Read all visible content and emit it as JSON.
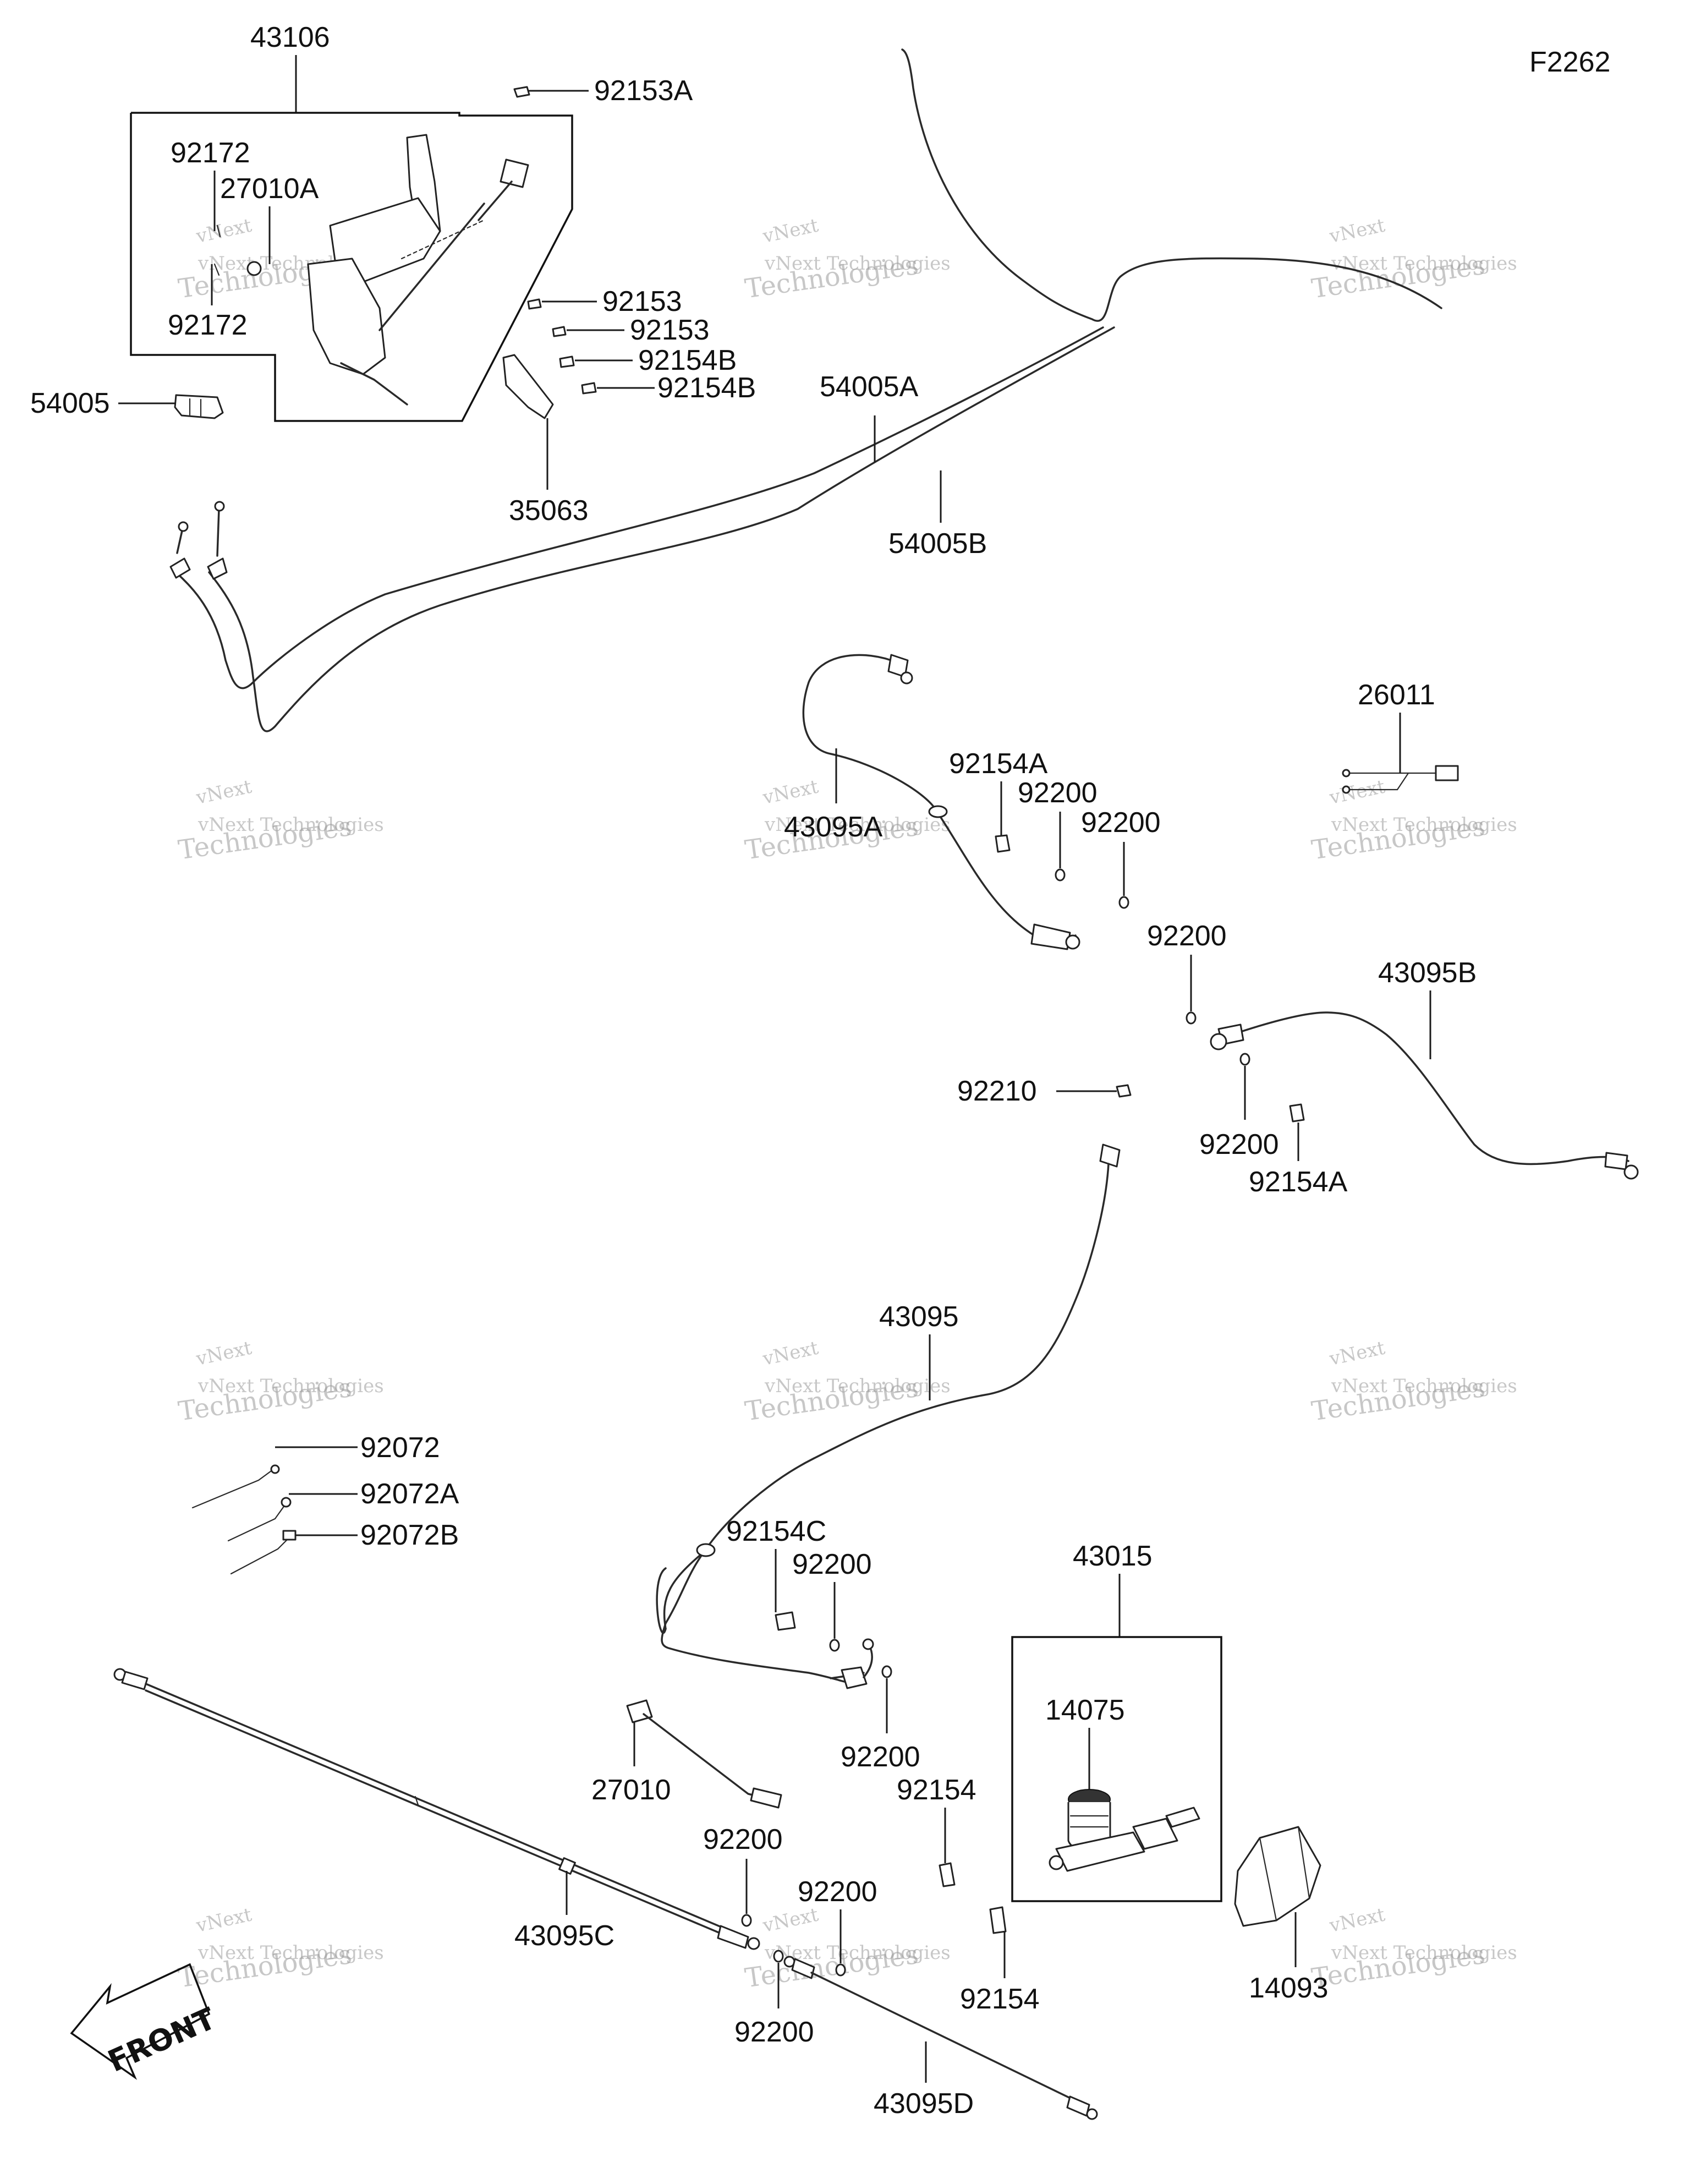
{
  "diagram_ref": "F2262",
  "front_label": "FRONT",
  "watermark": {
    "line1": "vNext Technologies",
    "line2": "Technologies",
    "line3": "vNext"
  },
  "parts": {
    "p43106": "43106",
    "p92153A": "92153A",
    "p92172_top": "92172",
    "p27010A": "27010A",
    "p92172_bottom": "92172",
    "p92153_1": "92153",
    "p92153_2": "92153",
    "p92154B_1": "92154B",
    "p92154B_2": "92154B",
    "p54005": "54005",
    "p35063": "35063",
    "p54005A": "54005A",
    "p54005B": "54005B",
    "p26011": "26011",
    "p92154A_top": "92154A",
    "p92200_a": "92200",
    "p92200_b": "92200",
    "p43095A": "43095A",
    "p92200_c": "92200",
    "p43095B": "43095B",
    "p92210": "92210",
    "p92200_d": "92200",
    "p92154A_bottom": "92154A",
    "p43095": "43095",
    "p92072": "92072",
    "p92072A": "92072A",
    "p92072B": "92072B",
    "p92154C": "92154C",
    "p92200_e": "92200",
    "p43015": "43015",
    "p14075": "14075",
    "p92200_f": "92200",
    "p27010": "27010",
    "p92154_1": "92154",
    "p92200_g": "92200",
    "p92200_h": "92200",
    "p43095C": "43095C",
    "p92154_2": "92154",
    "p14093": "14093",
    "p92200_i": "92200",
    "p43095D": "43095D"
  }
}
